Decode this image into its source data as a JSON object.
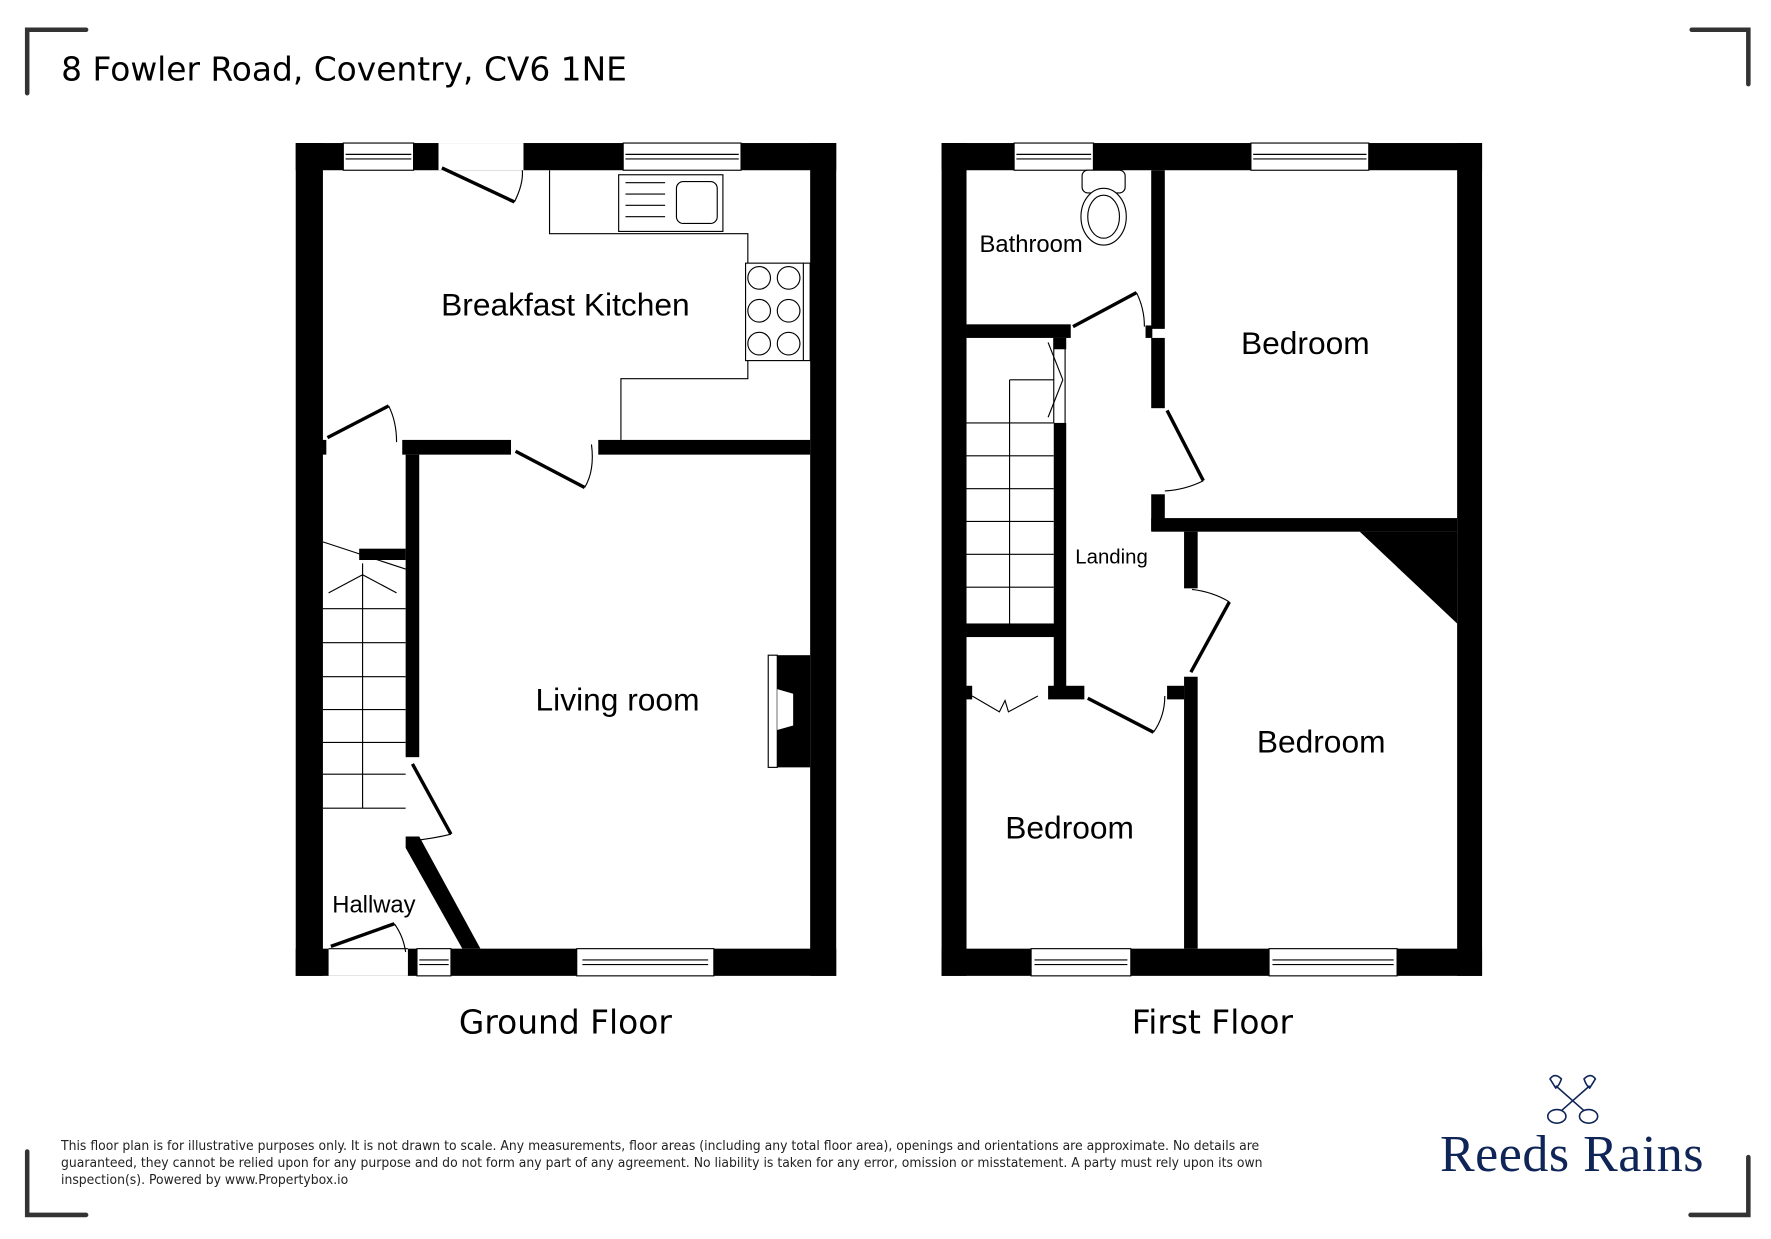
{
  "header": {
    "address": "8 Fowler Road, Coventry, CV6 1NE"
  },
  "floors": [
    {
      "name": "Ground Floor",
      "rooms": [
        {
          "label": "Breakfast Kitchen"
        },
        {
          "label": "Living room"
        },
        {
          "label": "Hallway"
        }
      ]
    },
    {
      "name": "First Floor",
      "rooms": [
        {
          "label": "Bathroom"
        },
        {
          "label": "Bedroom"
        },
        {
          "label": "Landing"
        },
        {
          "label": "Bedroom"
        },
        {
          "label": "Bedroom"
        }
      ]
    }
  ],
  "footer": {
    "disclaimer": "This floor plan is for illustrative purposes only. It is not drawn to scale. Any measurements, floor areas (including any total floor area), openings and orientations are approximate. No details are guaranteed, they cannot be relied upon for any purpose and do not form any part of any agreement. No liability is taken for any error, omission or misstatement. A party must rely upon its own inspection(s). Powered by www.Propertybox.io",
    "brand": "Reeds Rains",
    "brand_icon": "crossed-keys-icon",
    "brand_color": "#0f2557"
  }
}
